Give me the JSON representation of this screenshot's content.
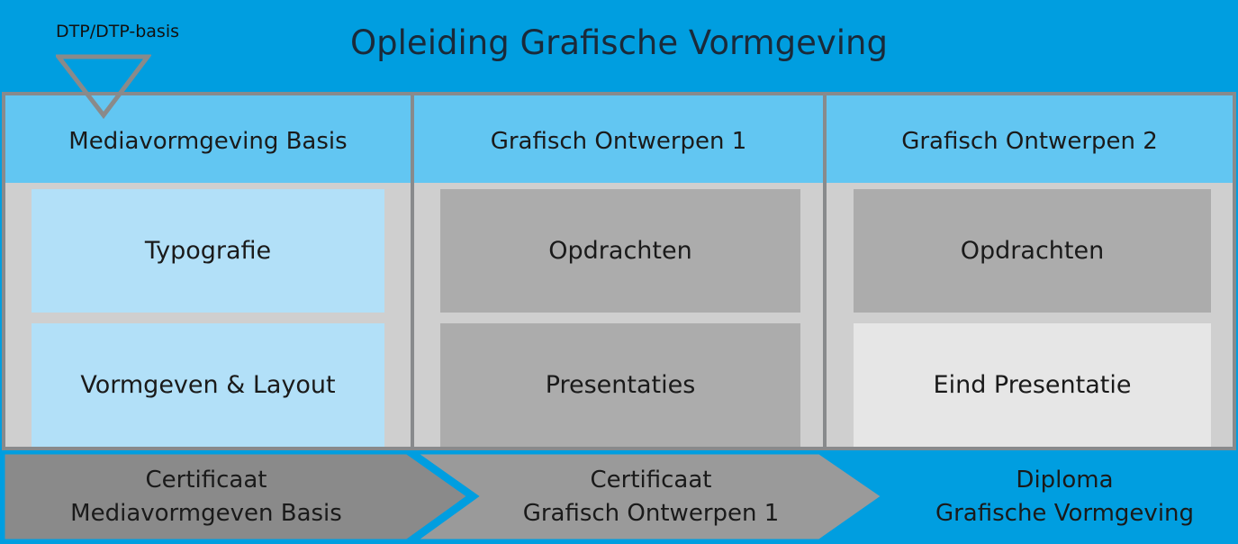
{
  "title": "Opleiding Grafische Vormgeving",
  "marker": {
    "label": "DTP/DTP-basis",
    "icon": "triangle-down-icon"
  },
  "columns": [
    {
      "header": "Mediavormgeving Basis",
      "items": [
        "Typografie",
        "Vormgeven & Layout"
      ]
    },
    {
      "header": "Grafisch Ontwerpen 1",
      "items": [
        "Opdrachten",
        "Presentaties"
      ]
    },
    {
      "header": "Grafisch Ontwerpen 2",
      "items": [
        "Opdrachten",
        "Eind Presentatie"
      ]
    }
  ],
  "outcomes": [
    {
      "line1": "Certificaat",
      "line2": "Mediavormgeven Basis"
    },
    {
      "line1": "Certificaat",
      "line2": "Grafisch Ontwerpen 1"
    },
    {
      "line1": "Diploma",
      "line2": "Grafische Vormgeving"
    }
  ],
  "colors": {
    "background": "#009ee0",
    "header": "#62c6f2",
    "light_box": "#b2e0f8",
    "grey_box": "#acacac",
    "pale_box": "#e6e6e6",
    "arrow": "#8a8a8a"
  }
}
